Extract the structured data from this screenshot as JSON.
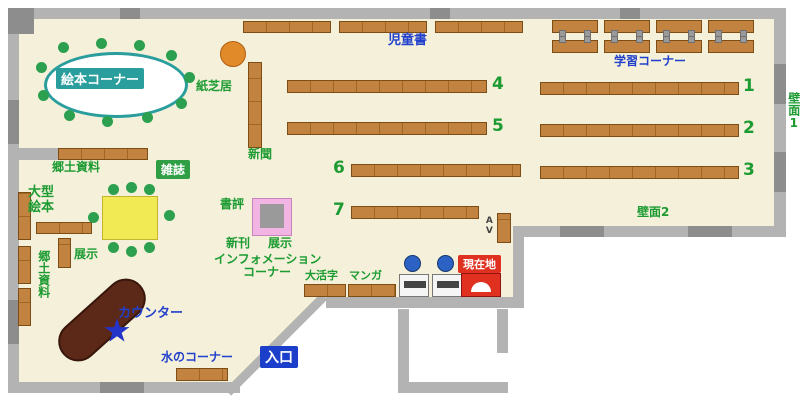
{
  "labels": {
    "ehon_corner": "絵本コーナー",
    "kamishibai": "紙芝居",
    "shinbun": "新聞",
    "kyodo_shiryo_top": "郷土資料",
    "zasshi": "雑誌",
    "ogata_ehon": "大型絵本",
    "tenji_left": "展示",
    "kyodo_shiryo_side": "郷土資料",
    "jidosho": "児童書",
    "gakushu_corner": "学習コーナー",
    "hekimen1": "壁面1",
    "hekimen2": "壁面2",
    "shohyo": "書評",
    "shinkan": "新刊",
    "tenji_center": "展示",
    "information": "インフォメーション",
    "information_corner": "コーナー",
    "daikatsuji": "大活字",
    "manga": "マンガ",
    "genzaichi": "現在地",
    "av": "AV",
    "counter": "カウンター",
    "mizu_corner": "水のコーナー",
    "iriguchi": "入口"
  },
  "shelf_numbers": {
    "s1": "1",
    "s2": "2",
    "s3": "3",
    "s4": "4",
    "s5": "5",
    "s6": "6",
    "s7": "7"
  },
  "colors": {
    "floor": "#f4f0d9",
    "wall": "#b3b3b3",
    "wall_dark": "#8d8d8d",
    "shelf_brown": "#c38340",
    "label_green": "#1d9b33",
    "label_blue": "#2140cc",
    "teal": "#2a9d9d",
    "zasshi_green_bg": "#2f9e44",
    "genzaichi_red": "#e03020",
    "entrance_blue": "#1b3ecb",
    "table_yellow": "#f2ea55",
    "kamishibai_orange": "#e08a2a",
    "counter_brown": "#5c2817",
    "star_blue": "#2433c8",
    "exhibit_pink": "#f2b4e2"
  }
}
